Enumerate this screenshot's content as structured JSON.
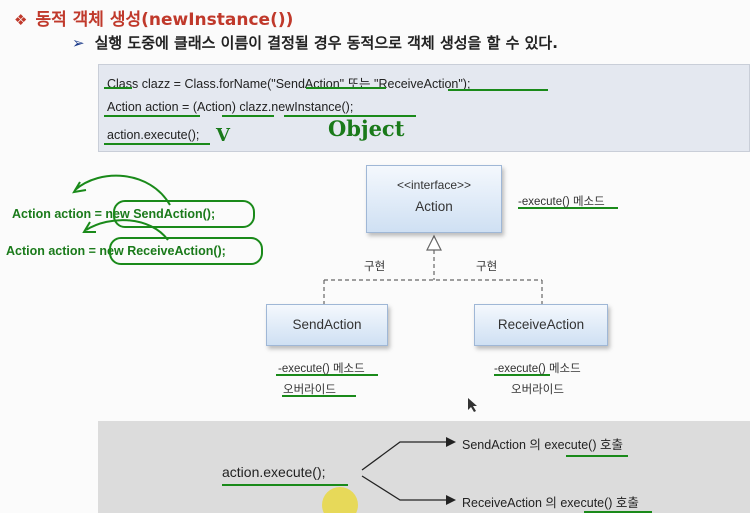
{
  "header": {
    "title": "동적 객체 생성(newInstance())",
    "subtitle": "실행 도중에 클래스 이름이 결정될 경우 동적으로 객체 생성을 할 수 있다."
  },
  "code": {
    "line1": "Class clazz = Class.forName(\"SendAction\"  또는  \"ReceiveAction\");",
    "line2": "Action action = (Action) clazz.newInstance();",
    "line3": "action.execute();"
  },
  "annotations": {
    "v_mark": "V",
    "object_note": "Object",
    "hand1": "Action action = new SendAction();",
    "hand2": "Action action = new ReceiveAction();"
  },
  "uml": {
    "interface_stereotype": "<<interface>>",
    "interface_name": "Action",
    "interface_note": "-execute() 메소드",
    "impl_label_left": "구현",
    "impl_label_right": "구현",
    "send_name": "SendAction",
    "receive_name": "ReceiveAction",
    "send_note_line1": "-execute() 메소드",
    "send_note_line2": "오버라이드",
    "receive_note_line1": "-execute() 메소드",
    "receive_note_line2": "오버라이드"
  },
  "bottom": {
    "call": "action.execute();",
    "branch1": "SendAction 의  execute()  호출",
    "branch2": "ReceiveAction 의  execute()  호출"
  },
  "colors": {
    "title": "#c0392b",
    "annotation_green": "#1a7a1a",
    "code_box": "#e4e8f0",
    "bottom_box": "#dcdcdc"
  }
}
